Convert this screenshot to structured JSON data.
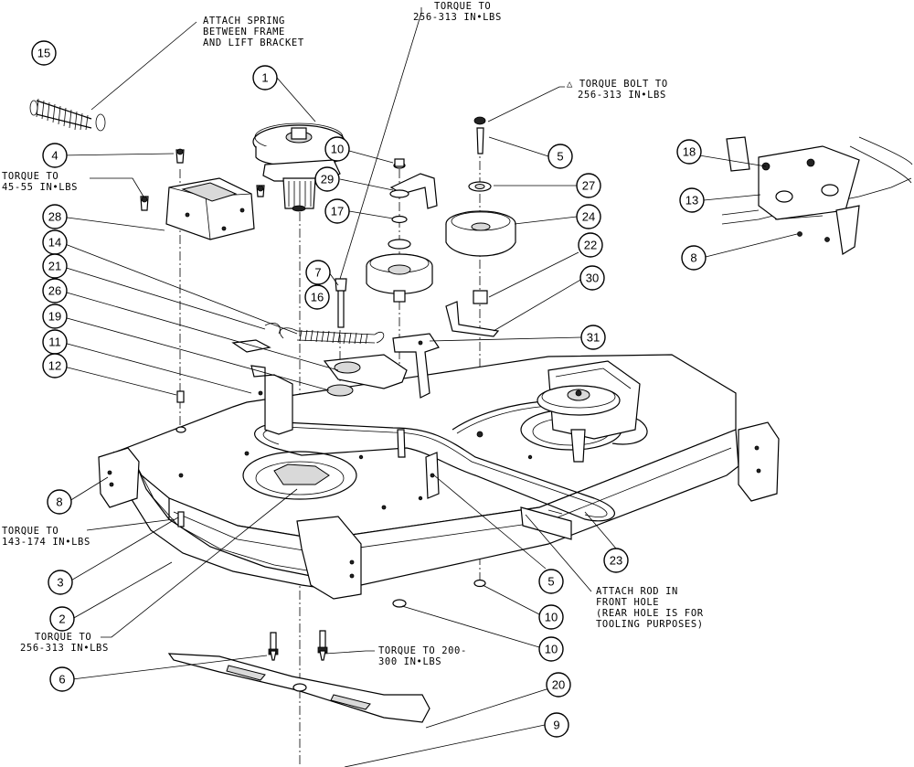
{
  "callouts": [
    {
      "id": "c15",
      "label": "15"
    },
    {
      "id": "c1",
      "label": "1"
    },
    {
      "id": "c4",
      "label": "4"
    },
    {
      "id": "c28",
      "label": "28"
    },
    {
      "id": "c14",
      "label": "14"
    },
    {
      "id": "c21",
      "label": "21"
    },
    {
      "id": "c26",
      "label": "26"
    },
    {
      "id": "c19",
      "label": "19"
    },
    {
      "id": "c11",
      "label": "11"
    },
    {
      "id": "c12",
      "label": "12"
    },
    {
      "id": "c8a",
      "label": "8"
    },
    {
      "id": "c3",
      "label": "3"
    },
    {
      "id": "c2",
      "label": "2"
    },
    {
      "id": "c6",
      "label": "6"
    },
    {
      "id": "c10a",
      "label": "10"
    },
    {
      "id": "c29",
      "label": "29"
    },
    {
      "id": "c17",
      "label": "17"
    },
    {
      "id": "c7",
      "label": "7"
    },
    {
      "id": "c16",
      "label": "16"
    },
    {
      "id": "c5a",
      "label": "5"
    },
    {
      "id": "c27",
      "label": "27"
    },
    {
      "id": "c24",
      "label": "24"
    },
    {
      "id": "c22",
      "label": "22"
    },
    {
      "id": "c30",
      "label": "30"
    },
    {
      "id": "c31",
      "label": "31"
    },
    {
      "id": "c18",
      "label": "18"
    },
    {
      "id": "c13",
      "label": "13"
    },
    {
      "id": "c8b",
      "label": "8"
    },
    {
      "id": "c23",
      "label": "23"
    },
    {
      "id": "c5b",
      "label": "5"
    },
    {
      "id": "c10b",
      "label": "10"
    },
    {
      "id": "c10c",
      "label": "10"
    },
    {
      "id": "c20",
      "label": "20"
    },
    {
      "id": "c9",
      "label": "9"
    }
  ],
  "notes": {
    "spring": [
      "ATTACH SPRING",
      "BETWEEN FRAME",
      "AND LIFT BRACKET"
    ],
    "torque_top": [
      "TORQUE TO",
      "256-313 IN•LBS"
    ],
    "torque_bolt": [
      "△ TORQUE BOLT TO",
      "256-313 IN•LBS"
    ],
    "torque_45": [
      "TORQUE TO",
      "45-55 IN•LBS"
    ],
    "torque_143": [
      "TORQUE TO",
      "143-174 IN•LBS"
    ],
    "torque_256_bottom": [
      "TORQUE TO",
      "256-313 IN•LBS"
    ],
    "torque_200": [
      "TORQUE TO 200-",
      "300 IN•LBS"
    ],
    "attach_rod": [
      "ATTACH ROD IN",
      "FRONT HOLE",
      "(REAR HOLE IS FOR",
      "TOOLING PURPOSES)"
    ]
  }
}
